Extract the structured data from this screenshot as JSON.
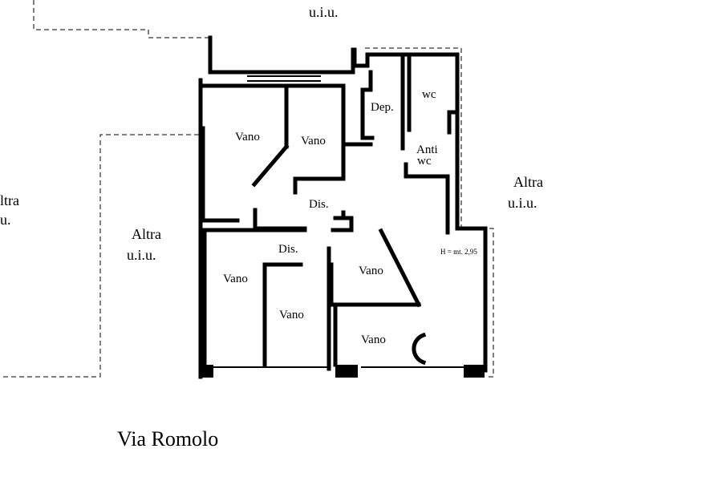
{
  "labels": {
    "top_uiu": "u.i.u.",
    "left_edge_altra": "ltra",
    "left_edge_uiu": "u.",
    "left_altra": "Altra",
    "left_uiu": "u.i.u.",
    "right_altra": "Altra",
    "right_uiu": "u.i.u.",
    "room_vano_1": "Vano",
    "room_vano_2": "Vano",
    "room_vano_3": "Vano",
    "room_vano_4": "Vano",
    "room_vano_5": "Vano",
    "room_vano_6": "Vano",
    "dep": "Dep.",
    "wc": "wc",
    "anti_wc_line1": "Anti",
    "anti_wc_line2": "wc",
    "dis_1": "Dis.",
    "dis_2": "Dis.",
    "height_note": "H = mt. 2,95",
    "street": "Via Romolo"
  }
}
